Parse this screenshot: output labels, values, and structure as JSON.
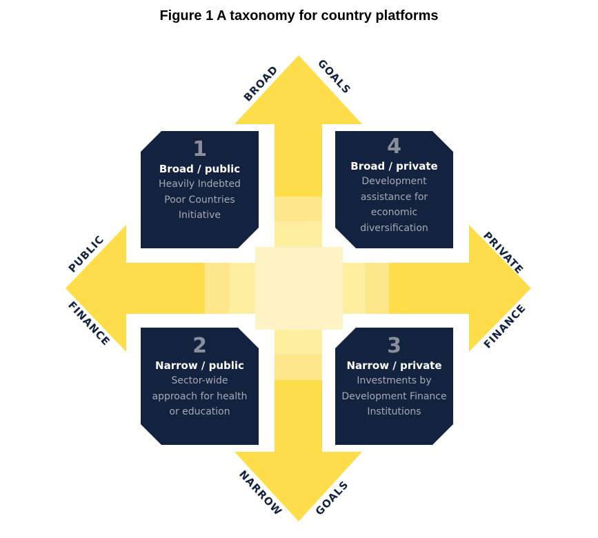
{
  "title": "Figure 1  A taxonomy for country platforms",
  "axes": {
    "top": [
      "BROAD",
      "GOALS"
    ],
    "bottom": [
      "NARROW",
      "GOALS"
    ],
    "left": [
      "PUBLIC",
      "FINANCE"
    ],
    "right": [
      "PRIVATE",
      "FINANCE"
    ]
  },
  "quadrants": [
    {
      "number": "1",
      "heading": "Broad / public",
      "description": "Heavily Indebted Poor Countries Initiative"
    },
    {
      "number": "4",
      "heading": "Broad / private",
      "description": "Development assistance for economic diversification"
    },
    {
      "number": "2",
      "heading": "Narrow / public",
      "description": "Sector-wide approach for health or education"
    },
    {
      "number": "3",
      "heading": "Narrow / private",
      "description": "Investments by Development Finance Institutions"
    }
  ],
  "colors": {
    "yellow": "#fddd4a",
    "navy": "#13233f"
  }
}
